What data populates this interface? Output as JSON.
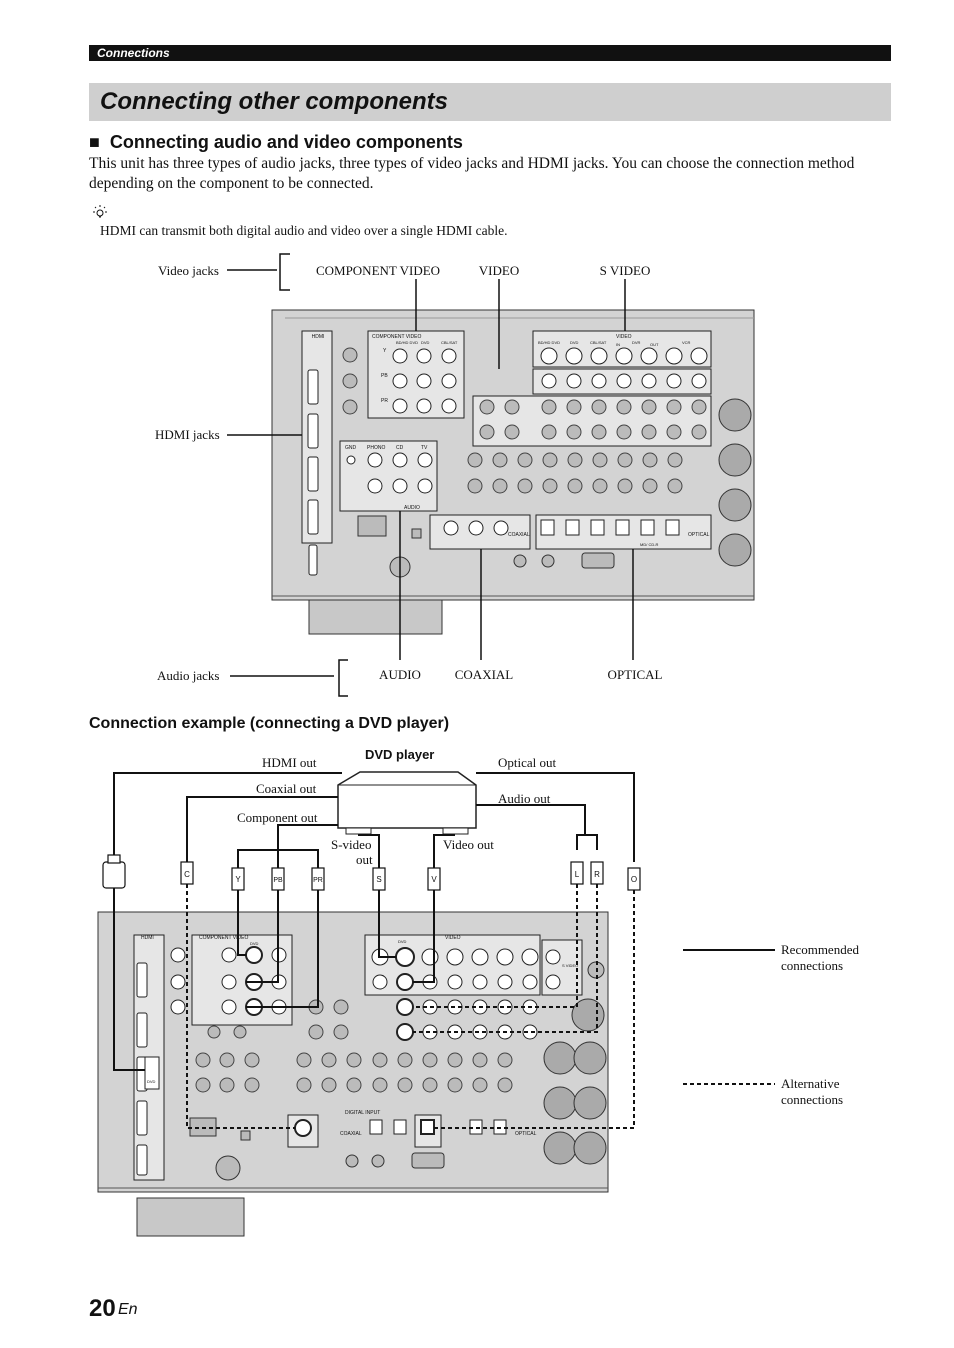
{
  "header": {
    "section": "Connections",
    "title": "Connecting other components"
  },
  "section": {
    "heading": "Connecting audio and video components",
    "intro": "This unit has three types of audio jacks, three types of video jacks and HDMI jacks. You can choose the connection method depending on the component to be connected.",
    "tip": "HDMI can transmit both digital audio and video over a single HDMI cable."
  },
  "diagram1": {
    "video_jacks": "Video jacks",
    "component_video": "COMPONENT VIDEO",
    "video": "VIDEO",
    "s_video": "S VIDEO",
    "hdmi_jacks": "HDMI jacks",
    "audio_jacks": "Audio jacks",
    "audio": "AUDIO",
    "coaxial": "COAXIAL",
    "optical": "OPTICAL",
    "panel": {
      "hdmi": "HDMI",
      "component_video": "COMPONENT VIDEO",
      "bd_hd_dvd": "BD/HD DVD",
      "dvd": "DVD",
      "cbl_sat": "CBL/SAT",
      "video": "VIDEO",
      "dvr": "DVR",
      "vcr": "VCR",
      "in": "IN",
      "out": "OUT",
      "gnd": "GND",
      "phono": "PHONO",
      "cd": "CD",
      "tv": "TV",
      "audio": "AUDIO",
      "coaxial": "COAXIAL",
      "optical": "OPTICAL",
      "md_cd_r": "MD/ CD-R",
      "y": "Y",
      "pb": "PB",
      "pr": "PR"
    }
  },
  "example": {
    "heading": "Connection example (connecting a DVD player)",
    "dvd_player": "DVD player",
    "hdmi_out": "HDMI out",
    "coaxial_out": "Coaxial out",
    "component_out": "Component out",
    "s_video_out_1": "S-video",
    "s_video_out_2": "out",
    "video_out": "Video out",
    "optical_out": "Optical out",
    "audio_out": "Audio out",
    "plugs": {
      "c": "C",
      "y": "Y",
      "pb": "PB",
      "pr": "PR",
      "s": "S",
      "v": "V",
      "l": "L",
      "r": "R",
      "o": "O"
    },
    "legend_recommended_1": "Recommended",
    "legend_recommended_2": "connections",
    "legend_alternative_1": "Alternative",
    "legend_alternative_2": "connections",
    "panel": {
      "hdmi": "HDMI",
      "component_video": "COMPONENT VIDEO",
      "dvd": "DVD",
      "video": "VIDEO",
      "s_video": "S VIDEO",
      "digital_input": "DIGITAL INPUT",
      "coaxial": "COAXIAL",
      "optical": "OPTICAL"
    }
  },
  "footer": {
    "page_number": "20",
    "lang": "En"
  }
}
